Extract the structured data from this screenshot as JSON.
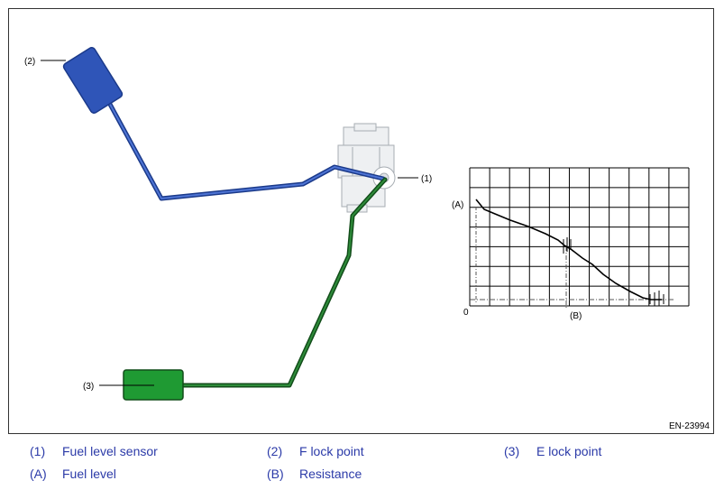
{
  "figure": {
    "callouts": {
      "one": "(1)",
      "two": "(2)",
      "three": "(3)"
    },
    "graph": {
      "y_label": "(A)",
      "x_label": "(B)",
      "origin": "0"
    },
    "figure_id": "EN-23994"
  },
  "legend": [
    {
      "num": "(1)",
      "text": "Fuel level sensor"
    },
    {
      "num": "(2)",
      "text": "F lock point"
    },
    {
      "num": "(3)",
      "text": "E lock point"
    },
    {
      "num": "(A)",
      "text": "Fuel level"
    },
    {
      "num": "(B)",
      "text": "Resistance"
    }
  ],
  "colors": {
    "blue_float": "#2f55b8",
    "green_float": "#1f7a2a",
    "legend_text": "#2b3aa8"
  }
}
